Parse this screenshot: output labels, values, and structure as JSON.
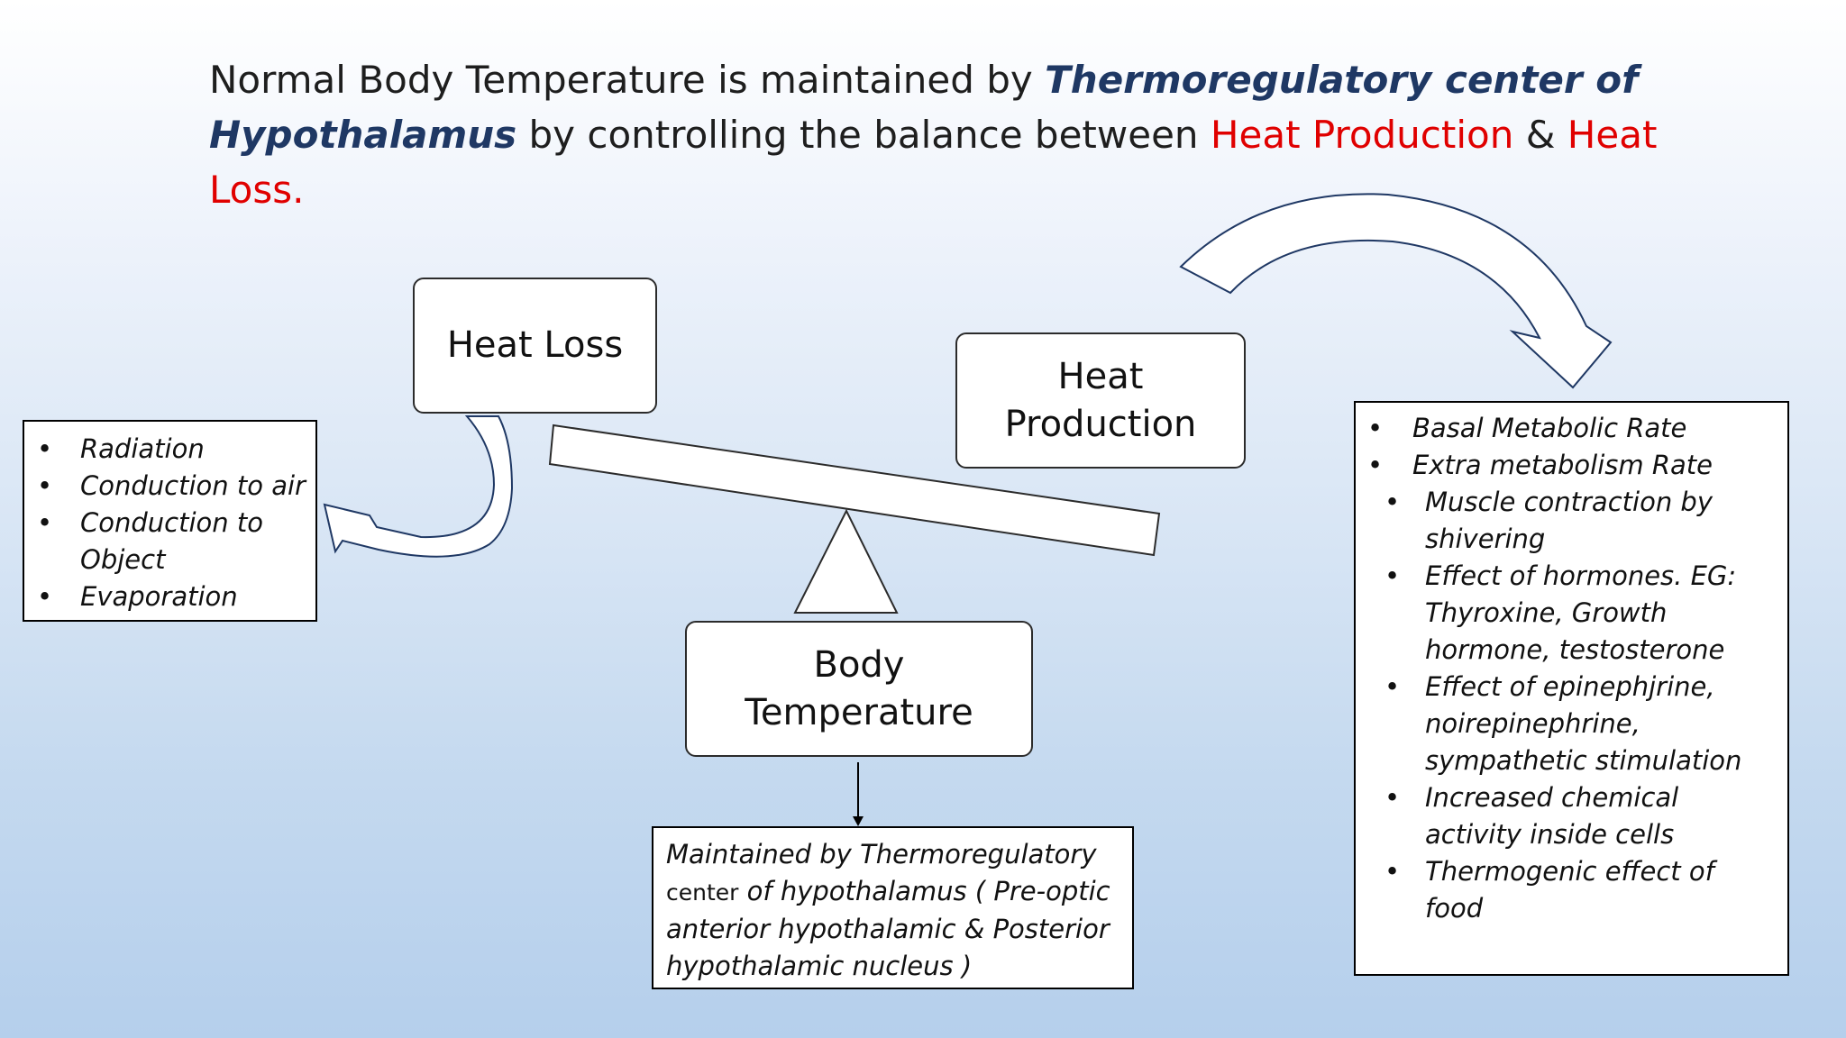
{
  "title": {
    "part1": "Normal Body Temperature is maintained by ",
    "highlight": "Thermoregulatory center of Hypothalamus",
    "part2": " by controlling the balance between ",
    "heat_production": "Heat Production",
    "amp": " & ",
    "heat_loss": "Heat Loss."
  },
  "boxes": {
    "heat_loss": "Heat Loss",
    "heat_production": [
      "Heat",
      "Production"
    ],
    "body_temperature": [
      "Body",
      "Temperature"
    ]
  },
  "heat_loss_list": [
    "Radiation",
    "Conduction to air",
    "Conduction to Object",
    "Evaporation"
  ],
  "heat_production_list": {
    "items": [
      "Basal Metabolic Rate",
      "Extra metabolism Rate"
    ],
    "sub_items": [
      "Muscle contraction by shivering",
      "Effect of hormones. EG: Thyroxine, Growth hormone, testosterone",
      "Effect of epinephjrine, noirepinephrine, sympathetic stimulation",
      "Increased chemical activity inside cells",
      "Thermogenic effect of food"
    ]
  },
  "note": {
    "line1": "Maintained by Thermoregulatory ",
    "center_word": "center",
    "line2": " of hypothalamus ( Pre-optic anterior hypothalamic & Posterior hypothalamic nucleus )"
  },
  "colors": {
    "title_text": "#1e1e1e",
    "hypothalamus": "#1f3864",
    "heat_red": "#e00000",
    "arrow_stroke": "#1f3864"
  }
}
